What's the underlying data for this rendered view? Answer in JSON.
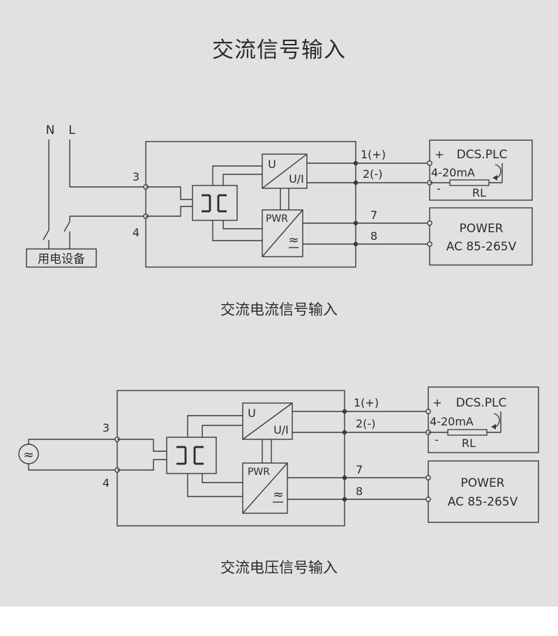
{
  "title": "交流信号输入",
  "current_diagram": {
    "caption": "交流电流信号输入",
    "supply_n": "N",
    "supply_l": "L",
    "device_label": "用电设备",
    "terminal_3": "3",
    "terminal_4": "4",
    "terminal_1": "1(+)",
    "terminal_2": "2(-)",
    "terminal_7": "7",
    "terminal_8": "8",
    "converter_u": "U",
    "converter_ui": "U/I",
    "power_label": "PWR",
    "power_symbol": "≈",
    "dcs_plus": "+",
    "dcs_label": "DCS.PLC",
    "dcs_signal": "4-20mA",
    "dcs_minus": "-",
    "load_label": "RL",
    "power_box_line1": "POWER",
    "power_box_line2": "AC 85-265V"
  },
  "voltage_diagram": {
    "caption": "交流电压信号输入",
    "source_symbol": "≈",
    "terminal_3": "3",
    "terminal_4": "4",
    "terminal_1": "1(+)",
    "terminal_2": "2(-)",
    "terminal_7": "7",
    "terminal_8": "8",
    "converter_u": "U",
    "converter_ui": "U/I",
    "power_label": "PWR",
    "power_symbol": "≈",
    "dcs_plus": "+",
    "dcs_label": "DCS.PLC",
    "dcs_signal": "4-20mA",
    "dcs_minus": "-",
    "load_label": "RL",
    "power_box_line1": "POWER",
    "power_box_line2": "AC 85-265V"
  }
}
